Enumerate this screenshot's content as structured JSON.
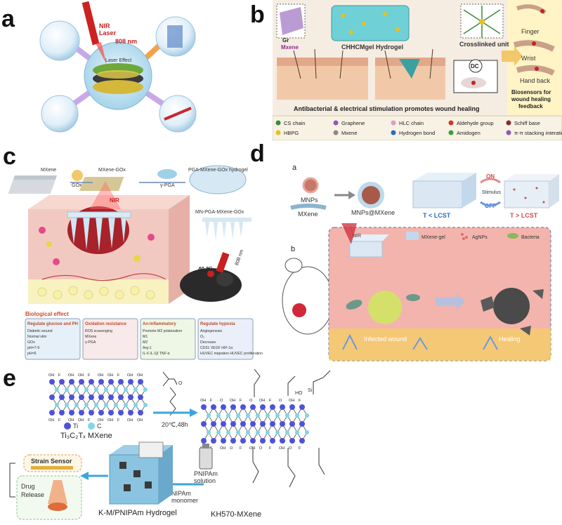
{
  "panels": {
    "a": {
      "letter": "a",
      "laser_label_line1": "NIR",
      "laser_label_line2": "Laser",
      "wavelength": "808 nm",
      "inner_label": "Laser Effect"
    },
    "b": {
      "letter": "b",
      "gr_label": "Gr",
      "mxene_label": "Mxene",
      "hydrogel_title": "CHHCMgel Hydrogel",
      "crosslinked_label": "Crosslinked unit",
      "finger_label": "Finger",
      "wrist_label": "Wrist",
      "handback_label": "Hand back",
      "dc_label": "DC",
      "biosensor_label_1": "Biosensors for",
      "biosensor_label_2": "wound healing",
      "biosensor_label_3": "feedback",
      "caption": "Antibacterial & electrical stimulation promotes wound healing",
      "legend": [
        {
          "label": "CS chain",
          "color": "#3a8a3a"
        },
        {
          "label": "Graphene",
          "color": "#8e58b6"
        },
        {
          "label": "HLC chain",
          "color": "#d9a0c0"
        },
        {
          "label": "Aldehyde group",
          "color": "#cc3a2a"
        },
        {
          "label": "Schiff base",
          "color": "#8a2a2a"
        },
        {
          "label": "HBPG",
          "color": "#e6c21c"
        },
        {
          "label": "Mxene",
          "color": "#8a8a8a"
        },
        {
          "label": "Hydrogen bond",
          "color": "#2a6ac0"
        },
        {
          "label": "Amidogen",
          "color": "#3aa03a"
        },
        {
          "label": "π-π stacking interation",
          "color": "#8e58b6"
        }
      ]
    },
    "c": {
      "letter": "c",
      "mxene": "MXene",
      "gox": "GOx",
      "mxene_gox": "MXene-GOx",
      "pga": "γ-PGA",
      "pga_hydrogel": "PGA-MXene-GOx hydrogel",
      "nir": "NIR",
      "mn": "MN-PGA-MXene-GOx",
      "temp": "40 ℃",
      "laser": "808 nm",
      "bio_effect": "Biological effect",
      "boxes": [
        {
          "title": "Regulate glucose and PH",
          "line1": "Diabetic wound",
          "line2": "Normal skin",
          "line3": "GOx",
          "line4": "pH=7-9",
          "line5": "pH=5"
        },
        {
          "title": "Oxidation resistance",
          "line1": "ROS scavenging",
          "line2": "MXene",
          "line3": "γ-PGA"
        },
        {
          "title": "An-inflammatory",
          "line1": "Promote M2 polarization",
          "line2": "M1",
          "line3": "M2",
          "line4": "Arg-1",
          "line5": "IL-6  IL-1β  TNF-α"
        },
        {
          "title": "Regulate hypoxia",
          "line1": "Angiogenesis",
          "line2": "O₂",
          "line3": "Decrease",
          "line4": "CD31  VEGF  HIF-1α",
          "line5": "HUVEC migration  HUVEC proliferation"
        }
      ]
    },
    "d": {
      "letter": "d",
      "sub_a": "a",
      "sub_b": "b",
      "mnps": "MNPs",
      "mxene": "MXene",
      "mnps_mxene": "MNPs@MXene",
      "t_low": "T < LCST",
      "t_high": "T > LCST",
      "on": "ON",
      "off": "OFF",
      "stimulus": "Stimulus",
      "nir": "NIR",
      "mxene_gel": "MXene-gel",
      "agnps": "AgNPs",
      "bacteria": "Bacteria",
      "infected": "Infected wound",
      "healing": "Healing"
    },
    "e": {
      "letter": "e",
      "ti": "Ti",
      "c": "C",
      "mxene_formula": "Ti₃C₂Tₓ MXene",
      "condition": "20℃,48h",
      "kh570": "KH570-MXene",
      "pnipam_1": "PNIPAm",
      "pnipam_2": "solution",
      "nipam_1": "NIPAm",
      "nipam_2": "monomer",
      "hydrogel": "K-M/PNIPAm Hydrogel",
      "strain": "Strain Sensor",
      "drug_1": "Drug",
      "drug_2": "Release",
      "oh": "OH",
      "f": "F",
      "o": "O",
      "si": "Si",
      "ho": "HO"
    }
  },
  "colors": {
    "accent_blue": "#3aa6dc",
    "skin_pink": "#f2c9c0",
    "wound_red": "#c8282e",
    "gel_blue": "#bcd9ec",
    "atom_ti": "#4f52d8",
    "atom_c": "#7fd6e8",
    "bond_gray": "#555555"
  }
}
